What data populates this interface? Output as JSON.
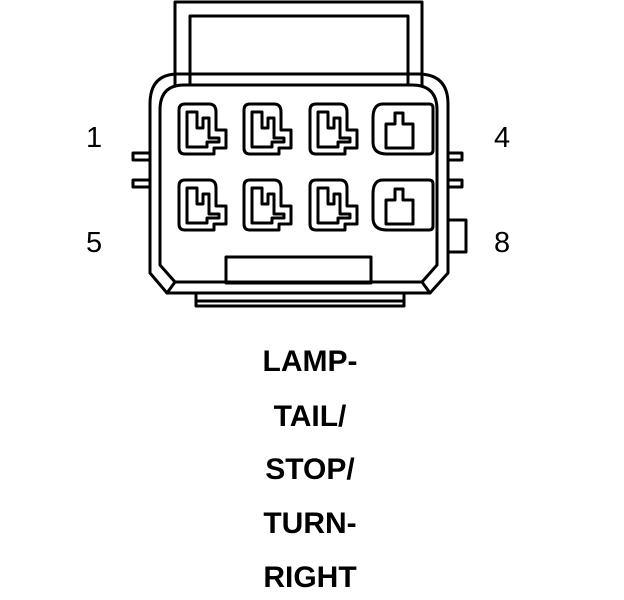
{
  "connector": {
    "pin_labels": {
      "top_left": "1",
      "top_right": "4",
      "bottom_left": "5",
      "bottom_right": "8"
    },
    "cavity_count": 8,
    "line_color": "#000000",
    "background_color": "#ffffff"
  },
  "caption": {
    "lines": [
      "LAMP-",
      "TAIL/",
      "STOP/",
      "TURN-",
      "RIGHT"
    ]
  }
}
